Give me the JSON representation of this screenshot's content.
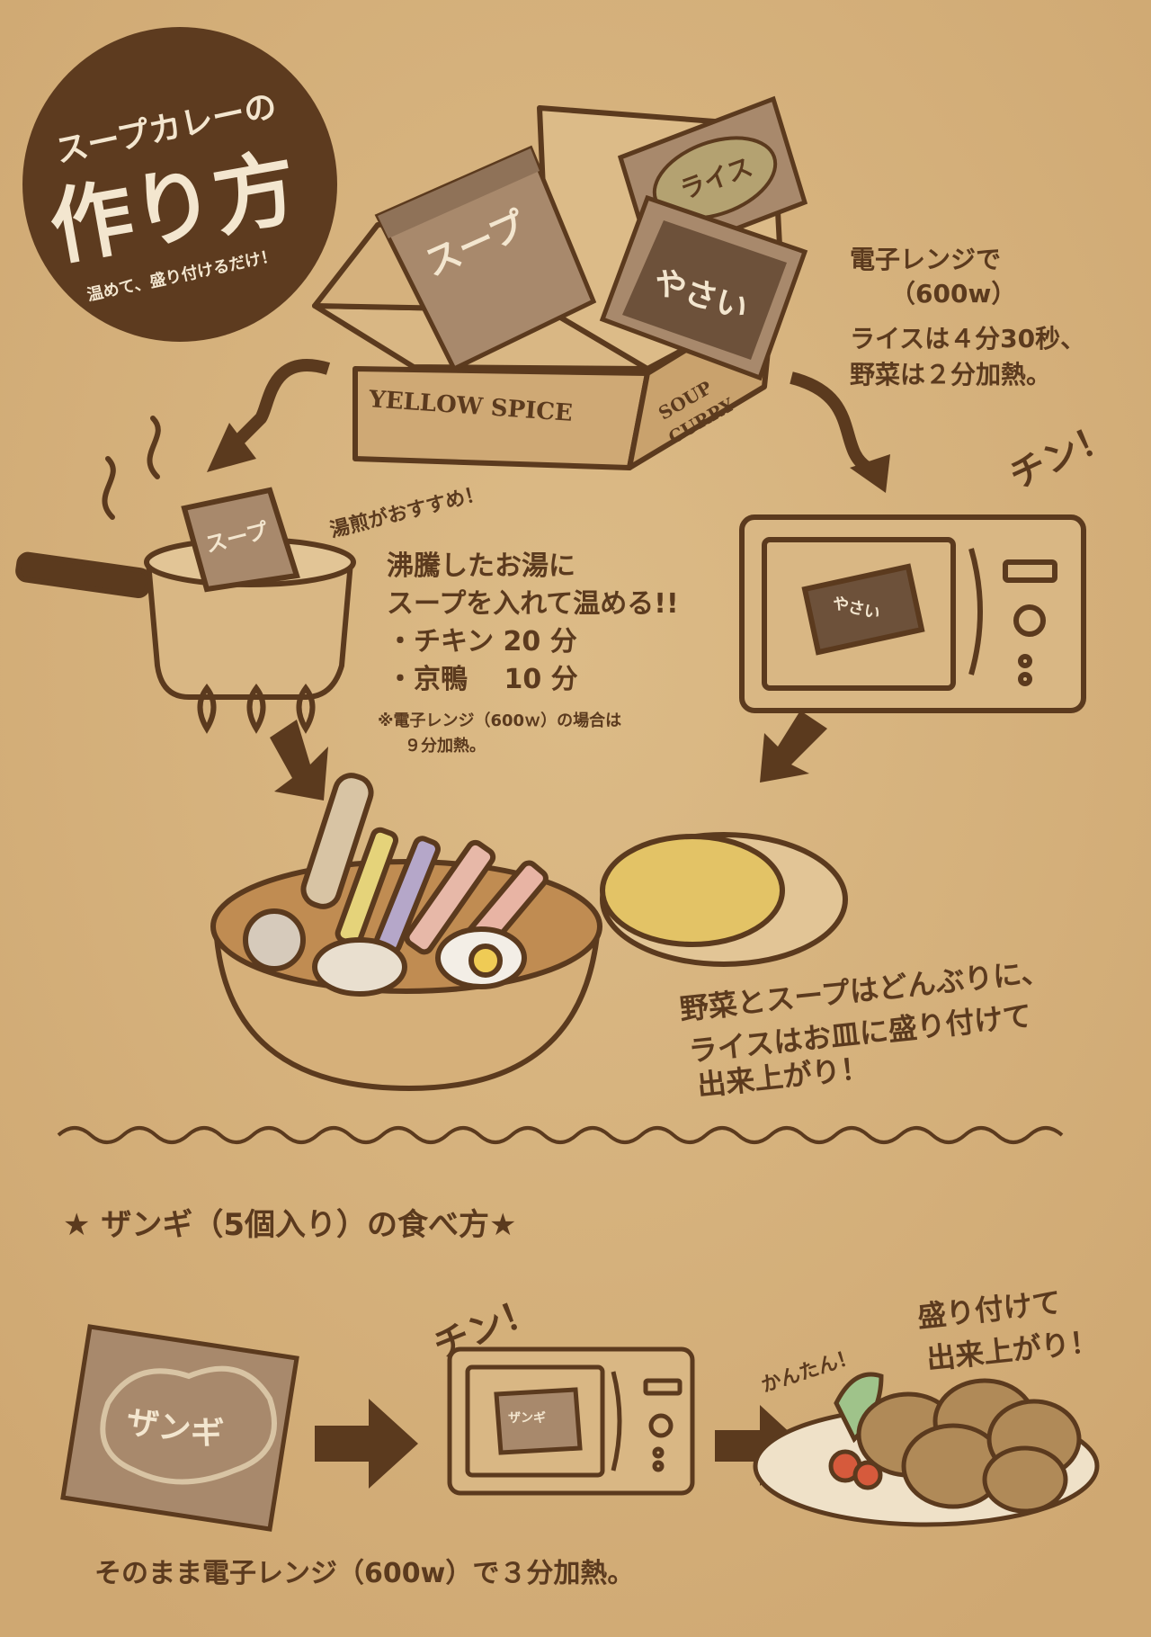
{
  "header": {
    "badge_top": "スープカレーの",
    "badge_big": "作り方",
    "badge_sub": "温めて、盛り付けるだけ！"
  },
  "box": {
    "packet_soup": "スープ",
    "packet_rice": "ライス",
    "packet_veg": "やさい",
    "brand_left": "YELLOW SPICE",
    "brand_right_1": "SOUP",
    "brand_right_2": "CURRY"
  },
  "microwave_step": {
    "line1": "電子レンジで",
    "line2": "（600w）",
    "line3": "ライスは４分30秒、",
    "line4": "野菜は２分加熱。",
    "chin": "チン！",
    "packet_label": "やさい"
  },
  "pot_step": {
    "packet_label": "スープ",
    "tag": "湯煎がおすすめ！",
    "line1": "沸騰したお湯に",
    "line2": "スープを入れて温める!!",
    "item1": "・チキン 20 分",
    "item2": "・京鴨　 10 分",
    "note1": "※電子レンジ（600ｗ）の場合は",
    "note2": "９分加熱。"
  },
  "finish": {
    "line1": "野菜とスープはどんぶりに、",
    "line2": "ライスはお皿に盛り付けて",
    "line3": "出来上がり！"
  },
  "zangi": {
    "title": "★ ザンギ（5個入り）の食べ方★",
    "packet_label": "ザンギ",
    "chin": "チン！",
    "mini_label": "ザンギ",
    "easy": "かんたん！",
    "done1": "盛り付けて",
    "done2": "出来上がり！",
    "instruction": "そのまま電子レンジ（600w）で３分加熱。"
  },
  "colors": {
    "background": "#d8b47e",
    "ink": "#5b3a1e",
    "packet": "#a7896c"
  }
}
